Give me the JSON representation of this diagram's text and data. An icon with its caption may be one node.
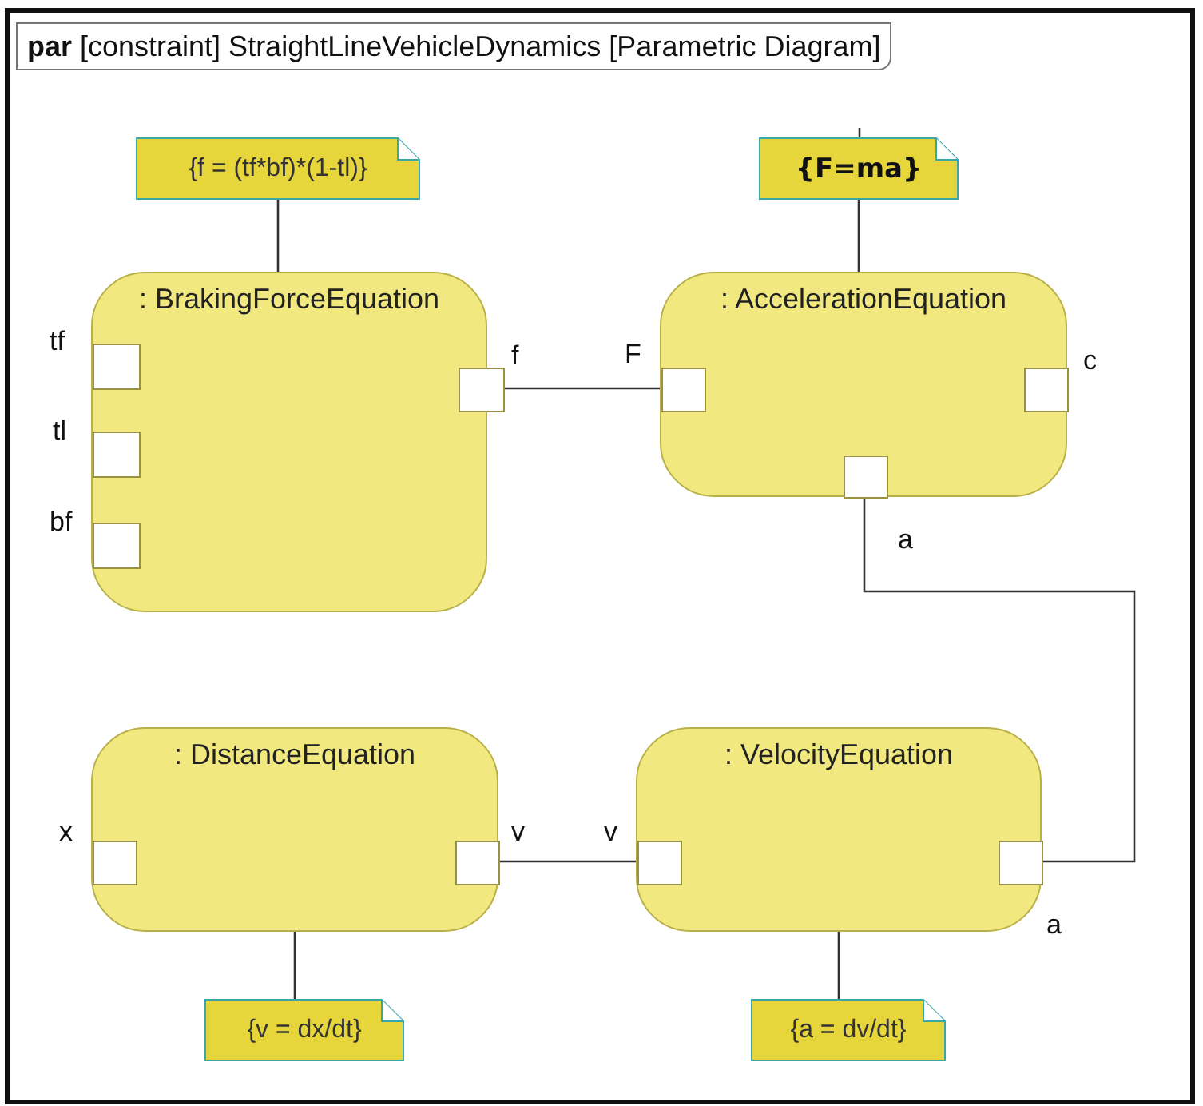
{
  "diagram": {
    "title": "**par** [constraint] StraightLineVehicleDynamics [Parametric Diagram]",
    "nodes": [
      {
        "text": [
          "{f = (tf*bf)*(1-tl)}"
        ]
      },
      {
        "text": [
          "{F=ma}"
        ]
      },
      {
        "text": [
          ": BrakingForceEquation"
        ]
      },
      {
        "text": [],
        "shape": "box",
        "in": 2,
        "beside": [
          "tf"
        ]
      },
      {
        "text": [],
        "shape": "box",
        "in": 2,
        "beside": [
          "tl"
        ]
      },
      {
        "text": [],
        "shape": "box",
        "in": 2,
        "beside": [
          "bf"
        ]
      },
      {
        "text": [],
        "shape": "box",
        "in": 2,
        "beside": [
          "f"
        ]
      },
      {
        "text": [
          ": AccelerationEquation"
        ]
      },
      {
        "text": [],
        "shape": "box",
        "in": 7,
        "beside": [
          "F"
        ]
      },
      {
        "text": [],
        "shape": "box",
        "in": 7,
        "beside": [
          "c"
        ]
      },
      {
        "text": [],
        "shape": "box",
        "in": 7,
        "beside": [
          "a"
        ]
      },
      {
        "text": [
          ": DistanceEquation"
        ]
      },
      {
        "text": [],
        "shape": "box",
        "in": 11,
        "beside": [
          "x"
        ]
      },
      {
        "text": [],
        "shape": "box",
        "in": 11,
        "beside": [
          "v"
        ]
      },
      {
        "text": [
          ": VelocityEquation"
        ]
      },
      {
        "text": [],
        "shape": "box",
        "in": 14,
        "beside": [
          "v"
        ]
      },
      {
        "text": [],
        "shape": "box",
        "in": 14,
        "beside": [
          "a"
        ]
      },
      {
        "text": [
          "{v = dx/dt}"
        ]
      },
      {
        "text": [
          "{a = dv/dt}"
        ]
      }
    ],
    "edges": [
      {
        "from": 0,
        "to": 2,
        "arrow": "none"
      },
      {
        "from": null,
        "to": 1,
        "arrow": "none"
      },
      {
        "from": 1,
        "to": 7,
        "arrow": "none"
      },
      {
        "from": 6,
        "to": 8,
        "arrow": "none"
      },
      {
        "from": 10,
        "to": 16,
        "arrow": "none"
      },
      {
        "from": 13,
        "to": 15,
        "arrow": "none"
      },
      {
        "from": 11,
        "to": 17,
        "arrow": "none"
      },
      {
        "from": 14,
        "to": 18,
        "arrow": "none"
      }
    ]
  }
}
